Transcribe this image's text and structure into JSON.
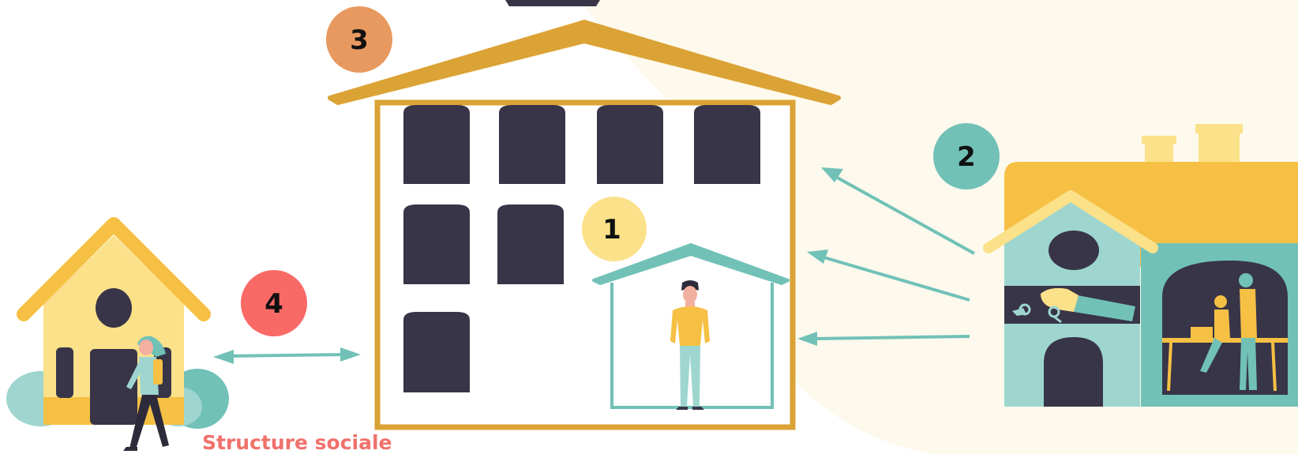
{
  "badges": {
    "one": "1",
    "two": "2",
    "three": "3",
    "four": "4"
  },
  "caption": "Structure sociale",
  "colors": {
    "cream_background": "#fdf9ec",
    "building_frame": "#dba235",
    "window": "#383548",
    "teal": "#71c1b7",
    "light_teal": "#9ed6cf",
    "yellow": "#f6c044",
    "pale_yellow": "#fbe189",
    "badge_one": "#fbe189",
    "badge_two": "#71c1b7",
    "badge_three": "#e8995f",
    "badge_four": "#f96a66",
    "caption": "#f0716b"
  },
  "icons": [
    "apartment-building",
    "small-house-icon",
    "agency-house-icon",
    "person-standing-icon",
    "person-walking-icon",
    "key-handover-icon",
    "people-at-desk-icon"
  ]
}
